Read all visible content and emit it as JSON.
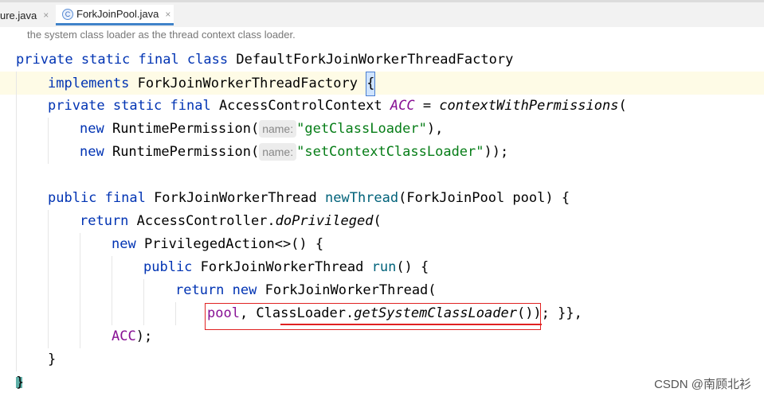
{
  "tabs": [
    {
      "label": "ure.java",
      "close": "×"
    },
    {
      "label": "ForkJoinPool.java",
      "icon": "C",
      "close": "×"
    }
  ],
  "doc_comment": "the system class loader as the thread context class loader.",
  "code": {
    "l1": {
      "kw": "private static final class ",
      "text": "DefaultForkJoinWorkerThreadFactory"
    },
    "l2": {
      "kw": "implements ",
      "text": "ForkJoinWorkerThreadFactory ",
      "brace": "{"
    },
    "l3": {
      "kw": "private static final ",
      "type": "AccessControlContext ",
      "field": "ACC",
      "eq": " = ",
      "call": "contextWithPermissions",
      "paren": "("
    },
    "l4": {
      "kw": "new ",
      "type": "RuntimePermission(",
      "hint": "name:",
      "str": "\"getClassLoader\"",
      "end": "),"
    },
    "l5": {
      "kw": "new ",
      "type": "RuntimePermission(",
      "hint": "name:",
      "str": "\"setContextClassLoader\"",
      "end": "));"
    },
    "l7": {
      "kw": "public final ",
      "type": "ForkJoinWorkerThread ",
      "fn": "newThread",
      "rest": "(ForkJoinPool pool) {"
    },
    "l8": {
      "kw": "return ",
      "text": "AccessController.",
      "call": "doPrivileged",
      "paren": "("
    },
    "l9": {
      "kw": "new ",
      "text": "PrivilegedAction<>() {"
    },
    "l10": {
      "kw": "public ",
      "type": "ForkJoinWorkerThread ",
      "fn": "run",
      "rest": "() {"
    },
    "l11": {
      "kw": "return new ",
      "text": "ForkJoinWorkerThread("
    },
    "l12": {
      "field": "pool",
      "text": ", ClassLoader.",
      "call": "getSystemClassLoader",
      "paren": "())",
      "end": "; }},"
    },
    "l13": {
      "field": "ACC",
      "end": ");"
    },
    "l14": {
      "text": "}"
    },
    "l15": {
      "text": "}"
    }
  },
  "watermark": "CSDN @南顾北衫"
}
